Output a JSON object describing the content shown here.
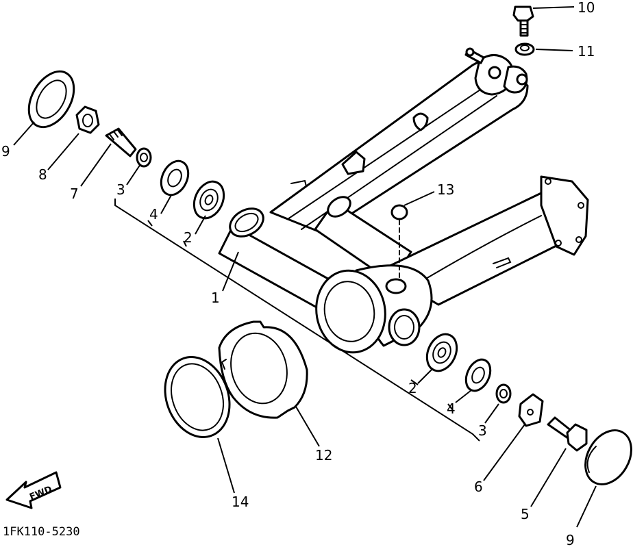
{
  "drawing_code": "1FK110-5230",
  "fwd_label": "FWD",
  "callouts": {
    "p1": "1",
    "p2a": "2",
    "p2b": "2",
    "p3a": "3",
    "p3b": "3",
    "p4a": "4",
    "p4b": "4",
    "p5": "5",
    "p6": "6",
    "p7": "7",
    "p8": "8",
    "p9a": "9",
    "p9b": "9",
    "p10": "10",
    "p11": "11",
    "p12": "12",
    "p13": "13",
    "p14": "14"
  }
}
